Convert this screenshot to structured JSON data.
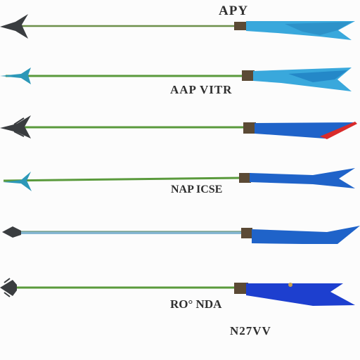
{
  "captions": [
    {
      "id": "caption-1",
      "text": "APY"
    },
    {
      "id": "caption-2",
      "text": "AAP VITR"
    },
    {
      "id": "caption-3",
      "text": "NAP ICSE"
    },
    {
      "id": "caption-4",
      "text": "RO° NDA"
    },
    {
      "id": "caption-5",
      "text": "N27VV"
    }
  ],
  "colors": {
    "background": "#fcfcfc",
    "shaft_green": "#5a9a3c",
    "fletching_light_blue": "#39a8dc",
    "fletching_blue": "#1f63c9",
    "fletching_deep_blue": "#1d3fcf",
    "fletching_red_accent": "#d92b2b",
    "nock_brown": "#5b4a35",
    "arrowhead_dark": "#3a3d40",
    "arrowhead_teal": "#2c98b8"
  },
  "arrows": [
    {
      "name": "arrow-1",
      "head_style": "dark-broadhead",
      "fletching": "light-blue"
    },
    {
      "name": "arrow-2",
      "head_style": "teal-point",
      "fletching": "light-blue"
    },
    {
      "name": "arrow-3",
      "head_style": "dark-barbed",
      "fletching": "blue-red"
    },
    {
      "name": "arrow-4",
      "head_style": "teal-point",
      "fletching": "blue"
    },
    {
      "name": "arrow-5",
      "head_style": "dark-broadhead",
      "fletching": "blue"
    },
    {
      "name": "arrow-6",
      "head_style": "dark-barbed",
      "fletching": "deep-blue"
    }
  ]
}
